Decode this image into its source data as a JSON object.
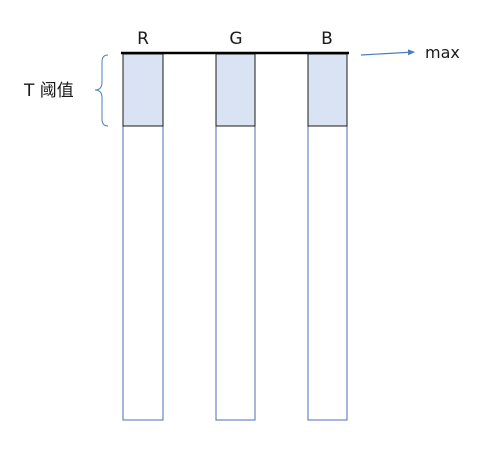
{
  "diagram": {
    "channels": [
      {
        "label": "R"
      },
      {
        "label": "G"
      },
      {
        "label": "B"
      }
    ],
    "max_label": "max",
    "threshold_label": "T 阈值",
    "colors": {
      "bar_border": "#4a6fb5",
      "threshold_fill": "#dae3f3",
      "threshold_border": "#1a1a1a",
      "top_line": "#000000",
      "arrow": "#4a7ebb",
      "brace": "#4a7ebb",
      "text": "#1a1a1a"
    }
  }
}
